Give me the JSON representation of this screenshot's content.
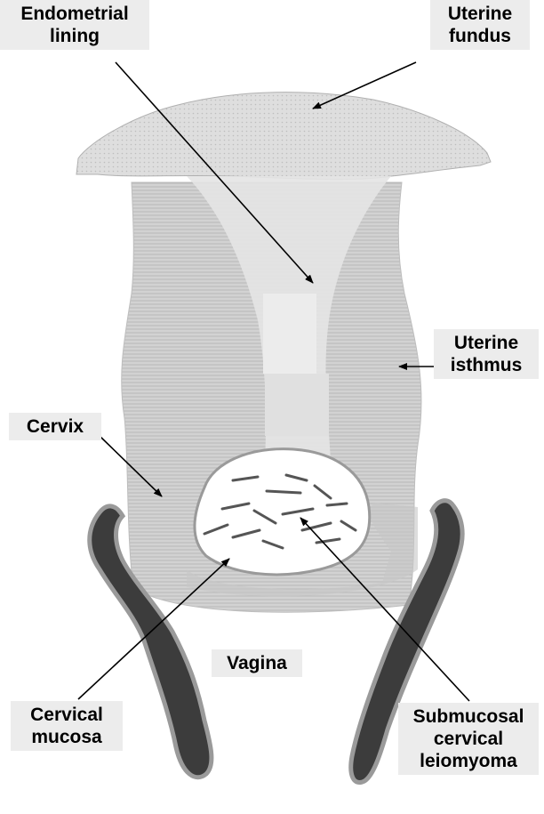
{
  "labels": {
    "endometrial_lining": "Endometrial\nlining",
    "uterine_fundus": "Uterine\nfundus",
    "uterine_isthmus": "Uterine\nisthmus",
    "cervix": "Cervix",
    "vagina": "Vagina",
    "cervical_mucosa": "Cervical\nmucosa",
    "submucosal_cervical_leiomyoma": "Submucosal\ncervical\nleiomyoma"
  },
  "colors": {
    "uterus_fill": "#cfcfcf",
    "fundus_fill": "#d4d4d4",
    "lumen_fill": "#e6e6e6",
    "vaginal_wall_fill": "#3e3e3e",
    "vaginal_wall_edge": "#9a9a9a",
    "leiomyoma_fill": "#ffffff",
    "label_background": "#ececec",
    "line_color": "#000000"
  }
}
